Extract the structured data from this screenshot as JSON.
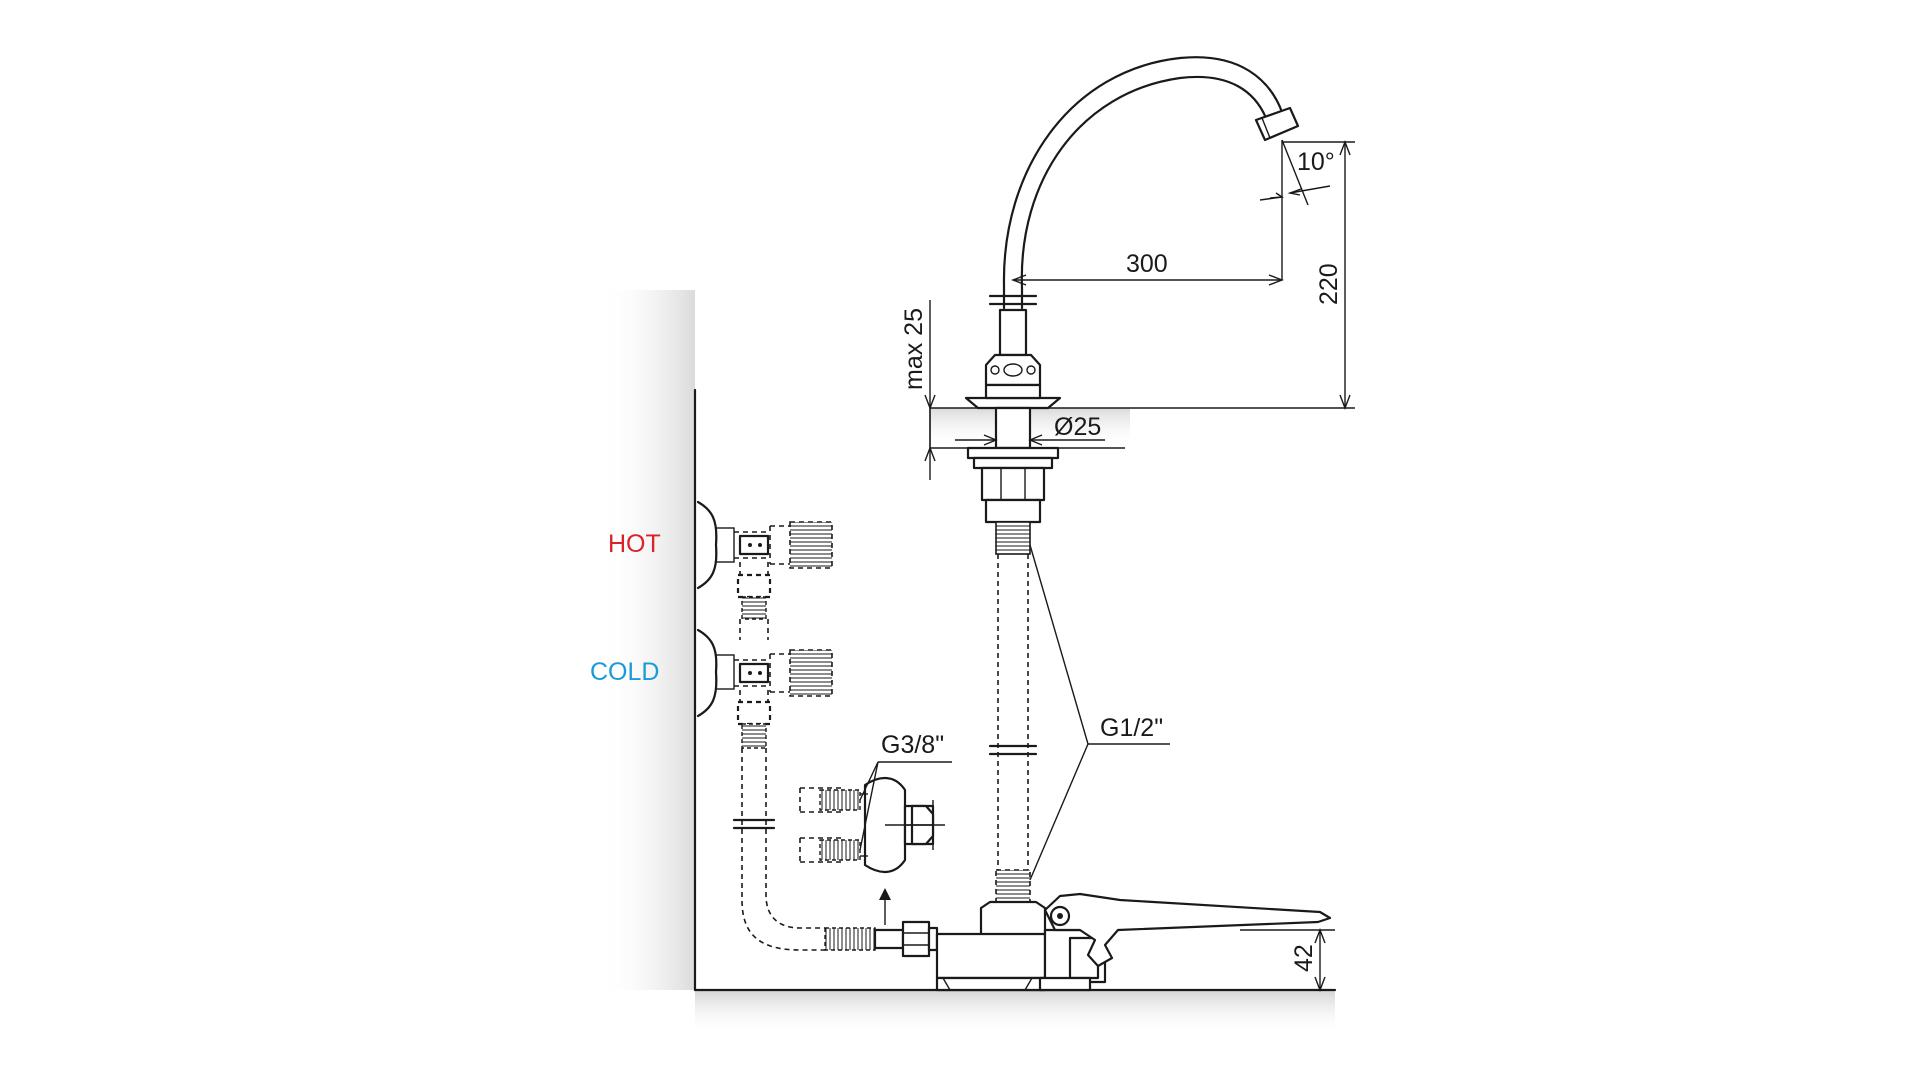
{
  "diagram": {
    "labels": {
      "hot": "HOT",
      "cold": "COLD",
      "g38": "G3/8\"",
      "g12": "G1/2\"",
      "angle": "10°",
      "reach": "300",
      "height": "220",
      "max_thickness": "max 25",
      "diameter": "Ø25",
      "pedal_height": "42"
    },
    "colors": {
      "hot": "#d8232a",
      "cold": "#1a9ad6",
      "line": "#1a1a1a"
    }
  }
}
